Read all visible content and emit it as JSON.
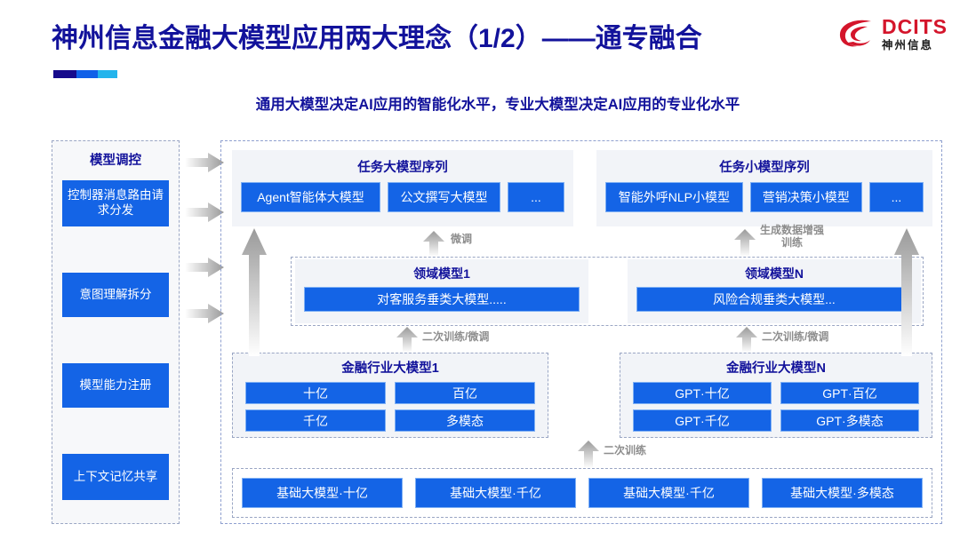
{
  "header": {
    "title": "神州信息金融大模型应用两大理念（1/2）——通专融合",
    "subtitle": "通用大模型决定AI应用的智能化水平，专业大模型决定AI应用的专业化水平",
    "logo": {
      "en": "DCITS",
      "cn": "神州信息",
      "mark": "dcits-swirl-logo"
    },
    "accent_colors": {
      "title_blue": "#12129b",
      "bar_dark": "#160a8c",
      "bar_mid": "#1060e8",
      "bar_light": "#23b4ec",
      "logo_red": "#d4152b",
      "box_blue": "#1464e6"
    }
  },
  "sidebar": {
    "title": "模型调控",
    "items": [
      {
        "label": "控制器消息路由请求分发"
      },
      {
        "label": "意图理解拆分"
      },
      {
        "label": "模型能力注册"
      },
      {
        "label": "上下文记忆共享"
      }
    ]
  },
  "task_panels": [
    {
      "title": "任务大模型序列",
      "chips": [
        "Agent智能体大模型",
        "公文撰写大模型",
        "..."
      ]
    },
    {
      "title": "任务小模型序列",
      "chips": [
        "智能外呼NLP小模型",
        "营销决策小模型",
        "..."
      ]
    }
  ],
  "domain_models": [
    {
      "title": "领域模型1",
      "box": "对客服务垂类大模型....."
    },
    {
      "title": "领域模型N",
      "box": "风险合规垂类大模型..."
    }
  ],
  "industry_models": [
    {
      "title": "金融行业大模型1",
      "cells": [
        "十亿",
        "百亿",
        "千亿",
        "多模态"
      ]
    },
    {
      "title": "金融行业大模型N",
      "cells": [
        "GPT·十亿",
        "GPT·百亿",
        "GPT·千亿",
        "GPT·多模态"
      ]
    }
  ],
  "base_models": [
    "基础大模型·十亿",
    "基础大模型·千亿",
    "基础大模型·千亿",
    "基础大模型·多模态"
  ],
  "flow_labels": {
    "finetune": "微调",
    "data_aug": "生成数据增强\n训练",
    "data_aug_line1": "生成数据增强",
    "data_aug_line2": "训练",
    "retrain_finetune_left": "二次训练/微调",
    "retrain_finetune_right": "二次训练/微调",
    "retrain": "二次训练"
  }
}
